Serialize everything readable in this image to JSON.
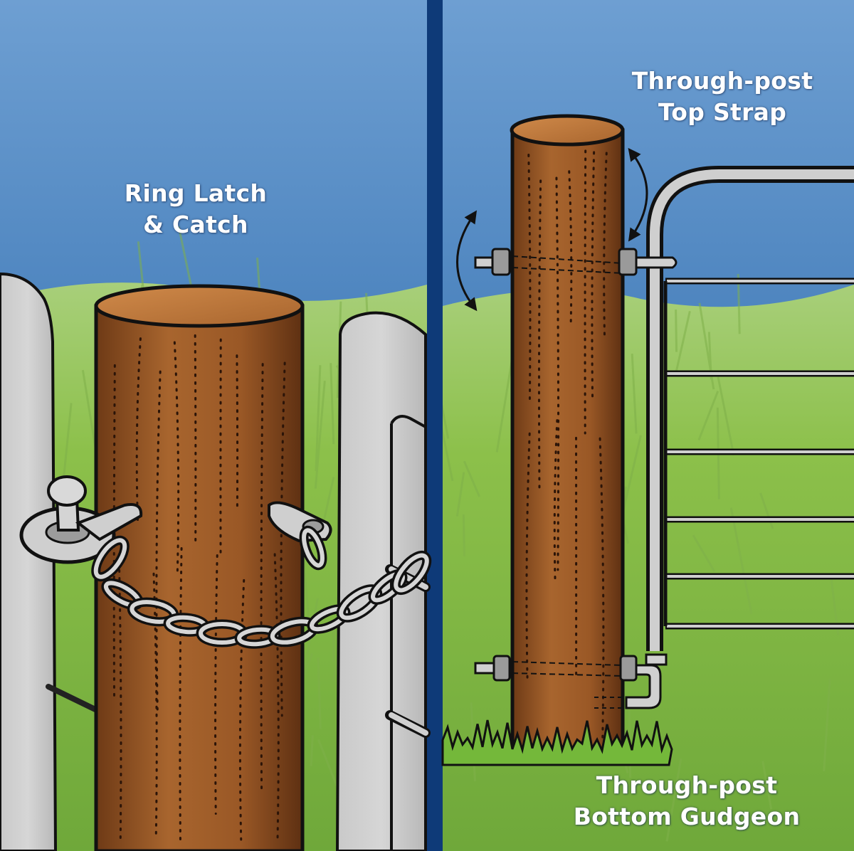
{
  "panels": [
    {
      "id": "ring-latch",
      "label_lines": [
        "Ring Latch",
        "& Catch"
      ]
    },
    {
      "id": "gate-hinges",
      "top_label_lines": [
        "Through-post",
        "Top Strap"
      ],
      "bottom_label_lines": [
        "Through-post",
        "Bottom Gudgeon"
      ]
    }
  ],
  "colors": {
    "sky_top": "#5b8ec4",
    "sky_bottom": "#3d74b0",
    "grass": "#8fc23a",
    "post": "#9a5a28",
    "post_top": "#c47a3c",
    "gate_rail": "#c8c8c8",
    "divider": "#0e3a78",
    "outline": "#111111"
  }
}
